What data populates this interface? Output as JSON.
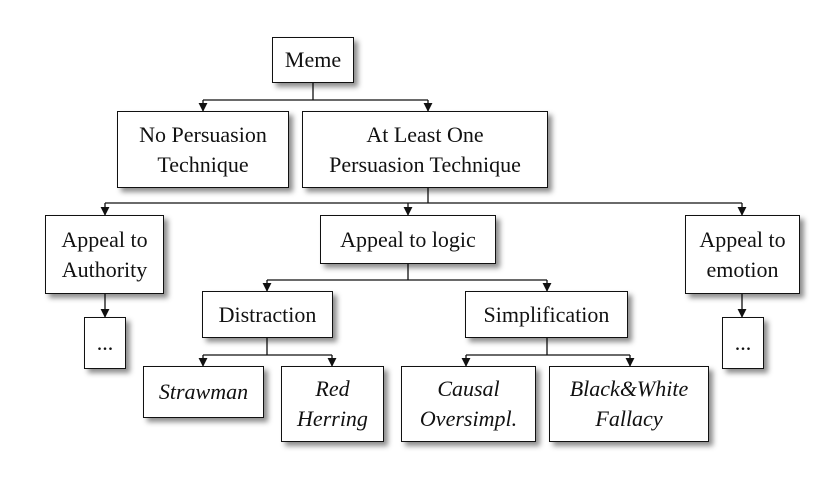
{
  "nodes": {
    "meme": "Meme",
    "no_persuasion": "No Persuasion\nTechnique",
    "at_least_one": "At Least One\nPersuasion Technique",
    "authority": "Appeal to\nAuthority",
    "logic": "Appeal to logic",
    "emotion": "Appeal to\nemotion",
    "authority_more": "...",
    "distraction": "Distraction",
    "simplification": "Simplification",
    "emotion_more": "...",
    "strawman": "Strawman",
    "red_herring": "Red\nHerring",
    "causal": "Causal\nOversimpl.",
    "black_white": "Black&White\nFallacy"
  }
}
